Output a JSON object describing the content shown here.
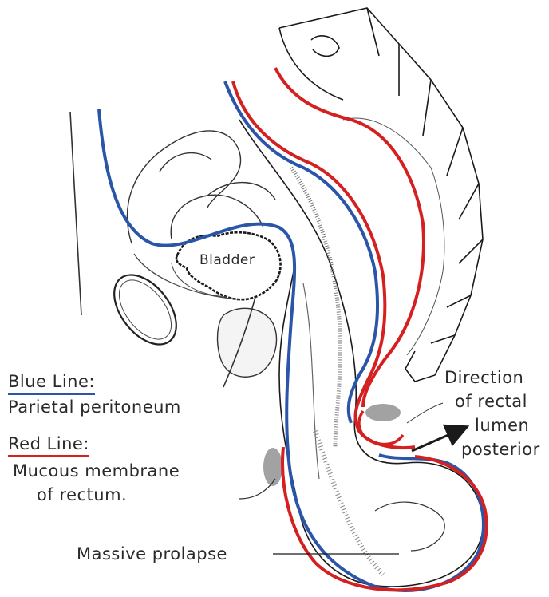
{
  "labels": {
    "bladder": "Bladder",
    "blue_line_title": "Blue Line:",
    "blue_line_desc": "Parietal peritoneum",
    "red_line_title": "Red Line:",
    "red_line_desc_1": "Mucous membrane",
    "red_line_desc_2": "of rectum.",
    "direction_1": "Direction",
    "direction_2": "of rectal",
    "direction_3": "lumen",
    "direction_4": "posterior",
    "prolapse": "Massive prolapse"
  },
  "colors": {
    "blue_line": "#2a55a8",
    "red_line": "#d42020",
    "ink": "#2a2a2a"
  }
}
